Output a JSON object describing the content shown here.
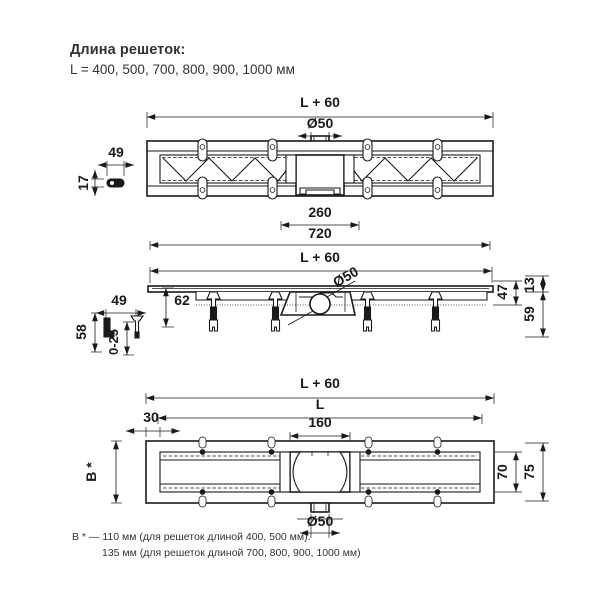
{
  "header": {
    "title": "Длина решеток:",
    "subtitle": "L = 400, 500, 700, 800, 900, 1000 мм"
  },
  "views": {
    "top": {
      "name": "top-view",
      "dimensions": {
        "overall_length": "L + 60",
        "outlet_diameter": "Ø50",
        "inner_span": "260",
        "outer_span": "720",
        "bracket_width": "49",
        "bracket_height": "17"
      }
    },
    "section": {
      "name": "section-view",
      "dimensions": {
        "overall_length": "L + 60",
        "outlet_diameter": "Ø50",
        "foot_offset": "49",
        "body_height": "62",
        "leg_height": "58",
        "leg_adjust": "0-25",
        "flange_thickness": "47",
        "top_rim": "13",
        "total_height": "59"
      }
    },
    "bottom": {
      "name": "bottom-view",
      "dimensions": {
        "overall_length": "L + 60",
        "grate_length": "L",
        "end_offset": "30",
        "outlet_span": "160",
        "outlet_diameter": "Ø50",
        "width_label": "B *",
        "inner_width": "70",
        "outer_width": "75"
      }
    }
  },
  "notes": {
    "line1": "B * — 110 мм (для решеток длиной 400, 500 мм).",
    "line2": "135 мм (для решеток длиной 700, 800, 900, 1000 мм)"
  },
  "colors": {
    "line": "#1a1a1a",
    "text": "#333333",
    "background": "#ffffff"
  }
}
